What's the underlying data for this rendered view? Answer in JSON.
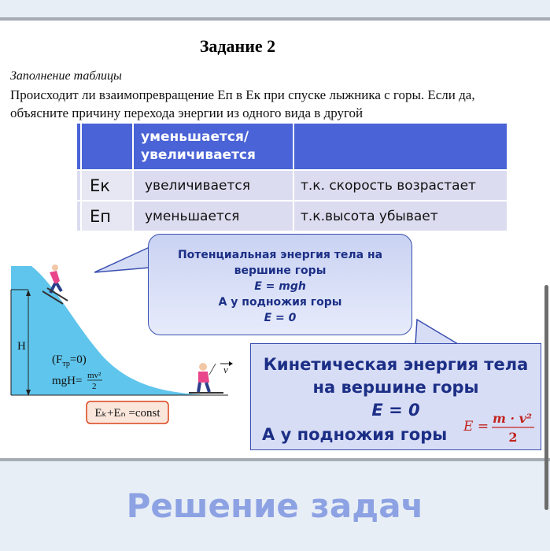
{
  "task_title": "Задание 2",
  "subtitle": "Заполнение таблицы",
  "question": "Происходит ли взаимопревращение Еп в Ек при спуске лыжника с горы. Если да, объясните причину перехода энергии из одного вида в другой",
  "table": {
    "header": {
      "col1": "",
      "col2": "уменьшается/ увеличивается",
      "col3": ""
    },
    "rows": [
      {
        "label": "Ек",
        "change": "увеличивается",
        "reason": "т.к. скорость возрастает"
      },
      {
        "label": "Еп",
        "change": "уменьшается",
        "reason": "т.к.высота убывает"
      }
    ]
  },
  "illustration": {
    "height_label": "H",
    "friction_label": "(F",
    "friction_sub": "тр",
    "friction_rest": "=0)",
    "energy_eq_left": "mgH=",
    "energy_eq_num": "mv²",
    "energy_eq_den": "2",
    "velocity_label": "v",
    "conservation": "Eₖ+Eₙ =const"
  },
  "bubble_potential": {
    "line1": "Потенциальная энергия тела на",
    "line2": "вершине горы",
    "line3": "E = mgh",
    "line4": "А у подножия горы",
    "line5": "E = 0"
  },
  "bubble_kinetic": {
    "line1": "Кинетическая энергия тела",
    "line2": "на вершине горы",
    "line3": "E = 0",
    "line4": "А у подножия горы",
    "formula_lhs": "E =",
    "formula_num": "m · v²",
    "formula_den": "2"
  },
  "section_heading": "Решение задач",
  "colors": {
    "accent": "#4a63d6",
    "bubble_text": "#1c2f86",
    "heading": "#8da2e3",
    "formula": "#c0241e"
  }
}
